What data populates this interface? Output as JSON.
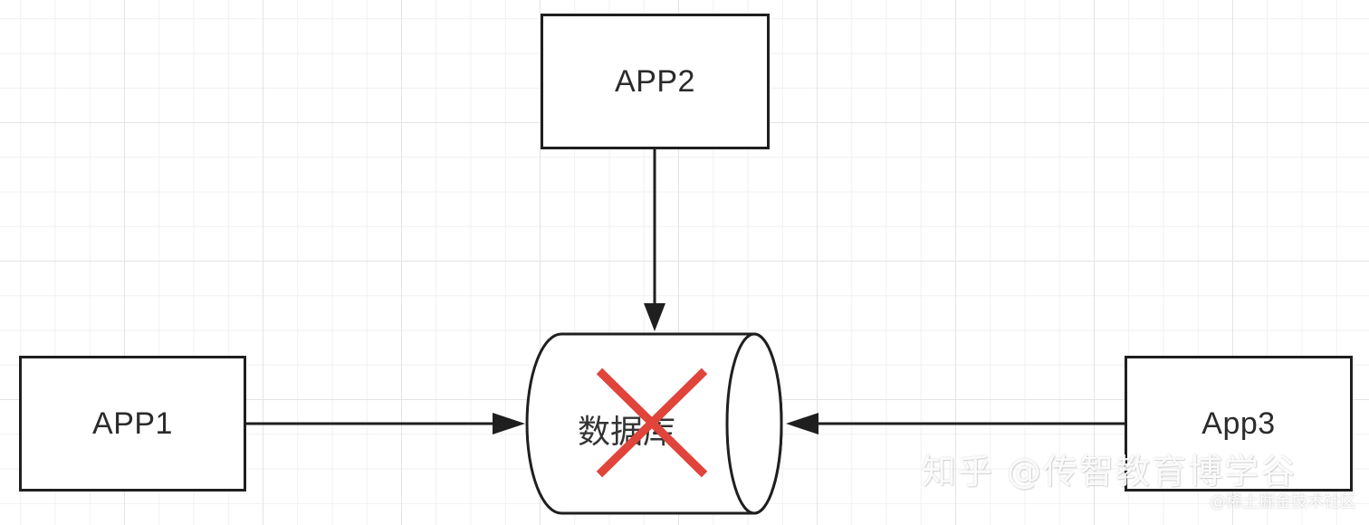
{
  "nodes": {
    "app1": "APP1",
    "app2": "APP2",
    "app3": "App3",
    "database": "数据库"
  },
  "colors": {
    "stroke": "#1f1f1f",
    "cross": "#e0443a",
    "grid": "#e4e4e4"
  },
  "watermark": {
    "main": "知乎 @传智教育博学谷",
    "sub": "@稀土掘金技术社区"
  }
}
